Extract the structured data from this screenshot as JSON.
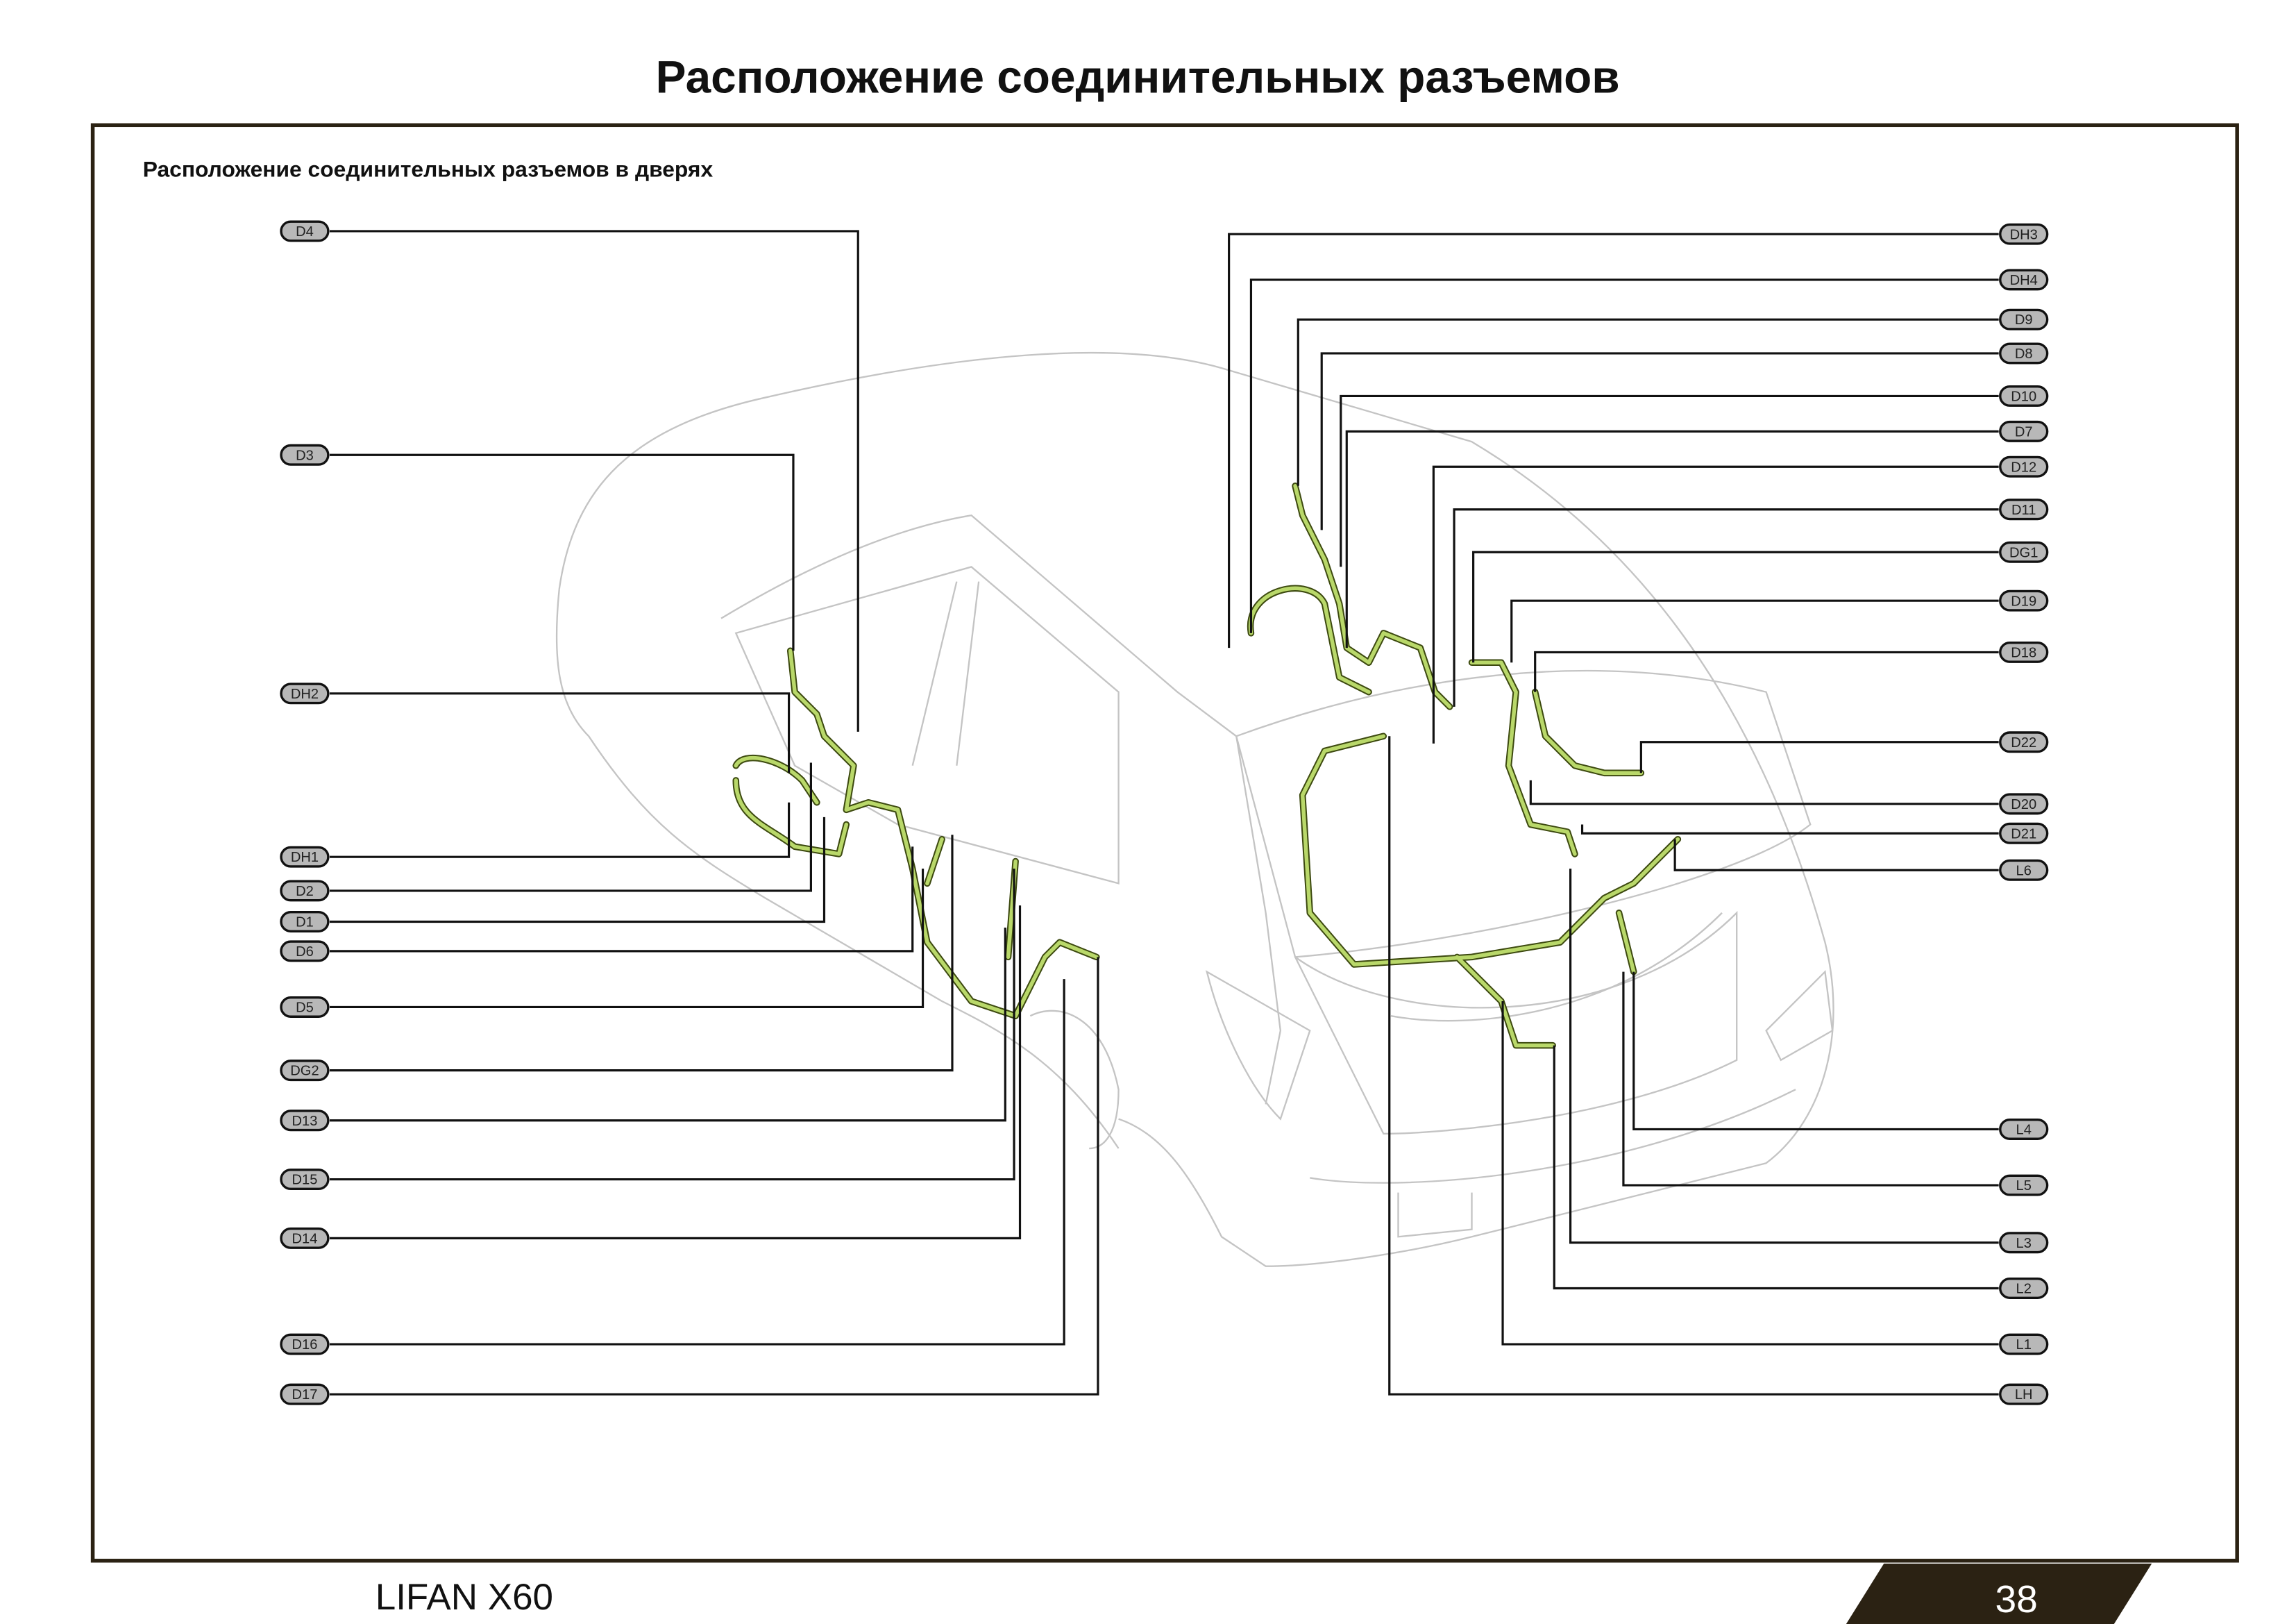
{
  "title": "Расположение соединительных разъемов",
  "subtitle": "Расположение соединительных разъемов в дверях",
  "footer": {
    "model": "LIFAN X60",
    "page_number": "38"
  },
  "colors": {
    "frame": "#2b2213",
    "harness": "#b9d86a",
    "label_fill": "#b8b8b8"
  },
  "left_connectors": [
    "D4",
    "D3",
    "DH2",
    "DH1",
    "D2",
    "D1",
    "D6",
    "D5",
    "DG2",
    "D13",
    "D15",
    "D14",
    "D16",
    "D17"
  ],
  "right_connectors": [
    "DH3",
    "DH4",
    "D9",
    "D8",
    "D10",
    "D7",
    "D12",
    "D11",
    "DG1",
    "D19",
    "D18",
    "D22",
    "D20",
    "D21",
    "L6",
    "L4",
    "L5",
    "L3",
    "L2",
    "L1",
    "LH"
  ]
}
